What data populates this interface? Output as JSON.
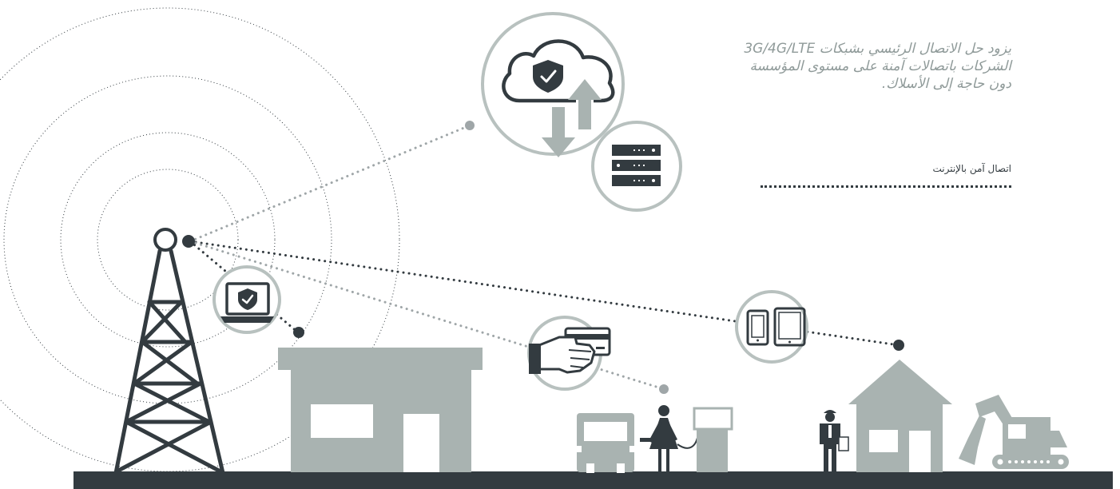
{
  "description": {
    "line1": "يزود حل الاتصال الرئيسي بشبكات 3G/4G/LTE",
    "line2": "الشركات باتصالات آمنة على مستوى المؤسسة",
    "line3": "دون حاجة إلى الأسلاك."
  },
  "legend": {
    "label": "اتصال آمن بالإنترنت",
    "line_style": "dotted"
  },
  "colors": {
    "dark": "#333b40",
    "gray": "#9fa6a8",
    "light_gray": "#a9b3b1",
    "circle_stroke": "#b8c1bf",
    "white": "#ffffff"
  },
  "icons": [
    "cell-tower-icon",
    "cloud-shield-icon",
    "server-icon",
    "laptop-shield-icon",
    "card-payment-icon",
    "tablet-phone-icon",
    "building-icon",
    "truck-icon",
    "fuel-pump-icon",
    "woman-icon",
    "worker-icon",
    "house-icon",
    "excavator-icon"
  ]
}
